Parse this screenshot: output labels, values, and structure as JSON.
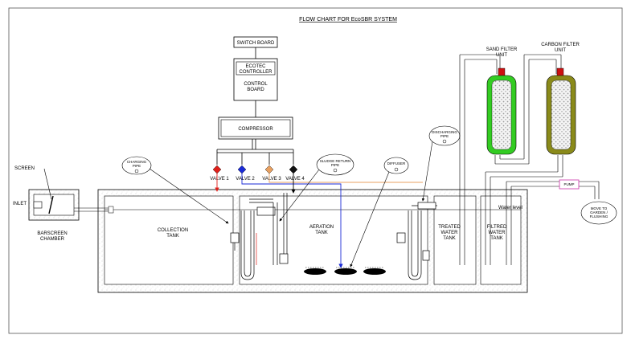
{
  "title": "FLOW CHART FOR EcoSBR SYSTEM",
  "labels": {
    "switch_board": "SWITCH BOARD",
    "ecotec_1": "ECOTEC",
    "ecotec_2": "CONTROLLER",
    "control_board_1": "CONTROL",
    "control_board_2": "BOARD",
    "compressor": "COMPRESSOR",
    "valve1": "VALVE 1",
    "valve2": "VALVE 2",
    "valve3": "VALVE 3",
    "valve4": "VALVE 4",
    "charging_pipe_1": "CHARGING",
    "charging_pipe_2": "PIPE",
    "sludge_return_1": "SLUDGE RETURN",
    "sludge_return_2": "PIPE",
    "diffuser": "DIFFUSER",
    "discharging_pipe_1": "DISCHARGING",
    "discharging_pipe_2": "PIPE",
    "sand_filter_1": "SAND FILTER",
    "sand_filter_2": "UNIT",
    "carbon_filter_1": "CARBON FILTER",
    "carbon_filter_2": "UNIT",
    "pump": "PUMP",
    "move_to_1": "MOVE TO",
    "move_to_2": "GARDEN /",
    "move_to_3": "FLUSHING",
    "screen": "SCREEN",
    "inlet": "INLET",
    "barscreen_1": "BARSCREEN",
    "barscreen_2": "CHAMBER",
    "collection_1": "COLLECTION",
    "collection_2": "TANK",
    "aeration_1": "AERATION",
    "aeration_2": "TANK",
    "treated_1": "TREATED",
    "treated_2": "WATER",
    "treated_3": "TANK",
    "filtred_1": "FILTRED",
    "filtred_2": "WATER",
    "filtred_3": "TANK",
    "water_level": "Water level"
  },
  "colors": {
    "valve1": "#e0201a",
    "valve2": "#1a2ad6",
    "valve3": "#e8a060",
    "valve4": "#111111",
    "sand_filter": "#33cc22",
    "carbon_filter": "#8a8a1a",
    "filter_cap": "#cc1111",
    "pump": "#cc33aa",
    "air_line_blue": "#1a2ad6",
    "air_line_orange": "#e8a060",
    "air_line_red": "#e0201a"
  }
}
